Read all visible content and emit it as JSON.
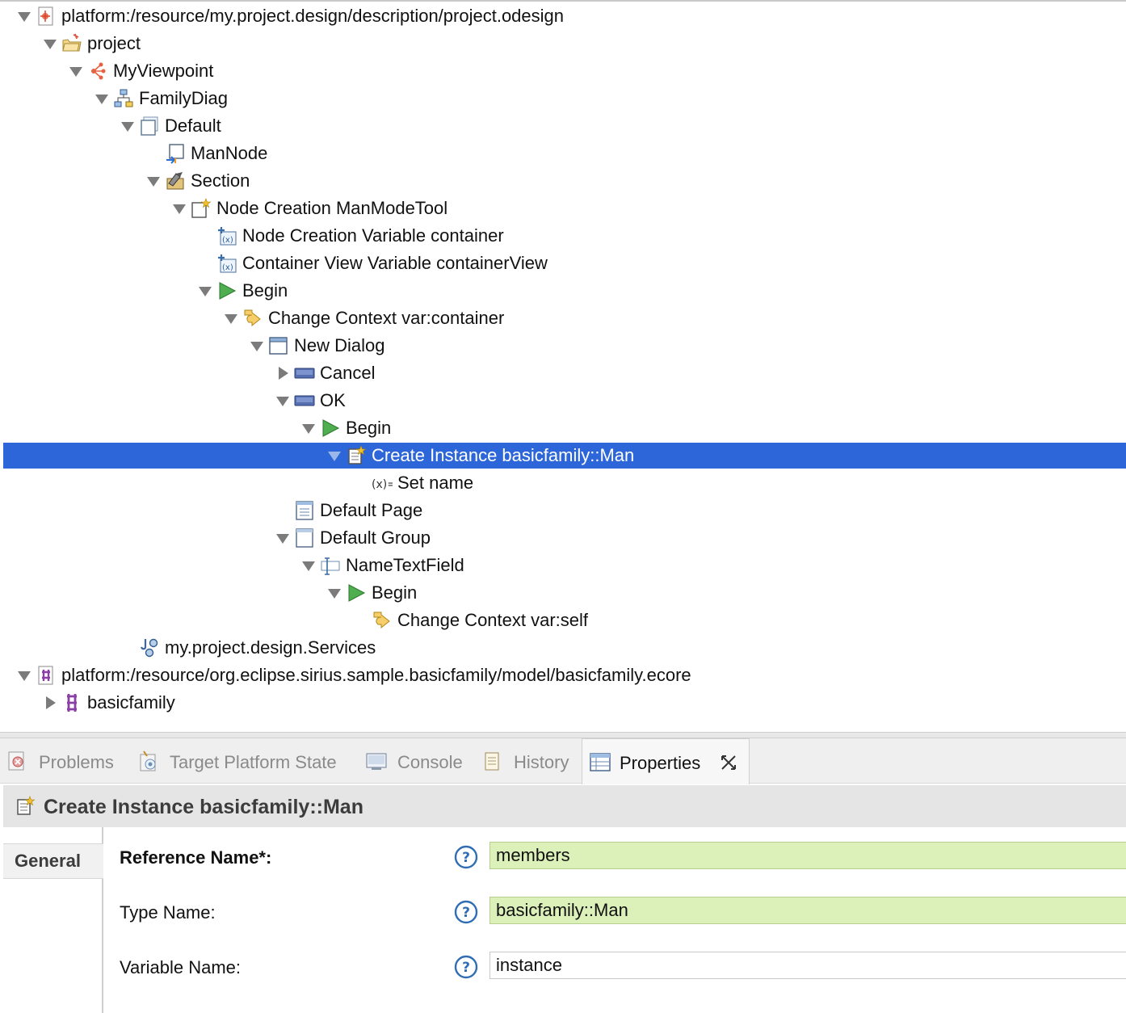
{
  "tree": [
    {
      "label": "platform:/resource/my.project.design/description/project.odesign",
      "depth": 0,
      "expand": "open",
      "icon": "odesign-file-icon"
    },
    {
      "label": "project",
      "depth": 1,
      "expand": "open",
      "icon": "folder-icon"
    },
    {
      "label": "MyViewpoint",
      "depth": 2,
      "expand": "open",
      "icon": "viewpoint-icon"
    },
    {
      "label": "FamilyDiag",
      "depth": 3,
      "expand": "open",
      "icon": "diagram-icon"
    },
    {
      "label": "Default",
      "depth": 4,
      "expand": "open",
      "icon": "layer-icon"
    },
    {
      "label": "ManNode",
      "depth": 5,
      "expand": "none",
      "icon": "node-mapping-icon"
    },
    {
      "label": "Section",
      "depth": 5,
      "expand": "open",
      "icon": "section-tool-icon"
    },
    {
      "label": "Node Creation ManModeTool",
      "depth": 6,
      "expand": "open",
      "icon": "node-creation-icon"
    },
    {
      "label": "Node Creation Variable container",
      "depth": 7,
      "expand": "none",
      "icon": "variable-icon"
    },
    {
      "label": "Container View Variable containerView",
      "depth": 7,
      "expand": "none",
      "icon": "variable-icon"
    },
    {
      "label": "Begin",
      "depth": 7,
      "expand": "open",
      "icon": "begin-icon"
    },
    {
      "label": "Change Context var:container",
      "depth": 8,
      "expand": "open",
      "icon": "change-context-icon"
    },
    {
      "label": "New Dialog",
      "depth": 9,
      "expand": "open",
      "icon": "dialog-icon"
    },
    {
      "label": "Cancel",
      "depth": 10,
      "expand": "closed",
      "icon": "button-icon"
    },
    {
      "label": "OK",
      "depth": 10,
      "expand": "open",
      "icon": "button-icon"
    },
    {
      "label": "Begin",
      "depth": 11,
      "expand": "open",
      "icon": "begin-icon"
    },
    {
      "label": "Create Instance basicfamily::Man",
      "depth": 12,
      "expand": "open",
      "icon": "create-instance-icon",
      "selected": true
    },
    {
      "label": "Set name",
      "depth": 13,
      "expand": "none",
      "icon": "set-value-icon"
    },
    {
      "label": "Default Page",
      "depth": 10,
      "expand": "none",
      "icon": "page-icon"
    },
    {
      "label": "Default Group",
      "depth": 10,
      "expand": "open",
      "icon": "group-icon"
    },
    {
      "label": "NameTextField",
      "depth": 11,
      "expand": "open",
      "icon": "text-field-icon"
    },
    {
      "label": "Begin",
      "depth": 12,
      "expand": "open",
      "icon": "begin-icon"
    },
    {
      "label": "Change Context var:self",
      "depth": 13,
      "expand": "none",
      "icon": "change-context-icon"
    },
    {
      "label": "my.project.design.Services",
      "depth": 4,
      "expand": "none",
      "icon": "java-extension-icon"
    },
    {
      "label": "platform:/resource/org.eclipse.sirius.sample.basicfamily/model/basicfamily.ecore",
      "depth": 0,
      "expand": "open",
      "icon": "ecore-file-icon"
    },
    {
      "label": "basicfamily",
      "depth": 1,
      "expand": "closed",
      "icon": "epackage-icon"
    }
  ],
  "tabs": [
    {
      "label": "Problems",
      "icon": "problems-icon",
      "active": false
    },
    {
      "label": "Target Platform State",
      "icon": "target-platform-icon",
      "active": false
    },
    {
      "label": "Console",
      "icon": "console-icon",
      "active": false
    },
    {
      "label": "History",
      "icon": "history-icon",
      "active": false
    },
    {
      "label": "Properties",
      "icon": "properties-icon",
      "active": true
    }
  ],
  "properties": {
    "title": "Create Instance basicfamily::Man",
    "side_tab": "General",
    "fields": [
      {
        "label": "Reference Name*:",
        "value": "members",
        "required": true
      },
      {
        "label": "Type Name:",
        "value": "basicfamily::Man",
        "required": true
      },
      {
        "label": "Variable Name:",
        "value": "instance",
        "required": false
      }
    ]
  },
  "colors": {
    "selection": "#2c66d8",
    "required_field": "#dcf0b9",
    "begin_arrow": "#3f9a3f",
    "change_context": "#f0c04c",
    "ecore_package": "#8b3fa6"
  }
}
